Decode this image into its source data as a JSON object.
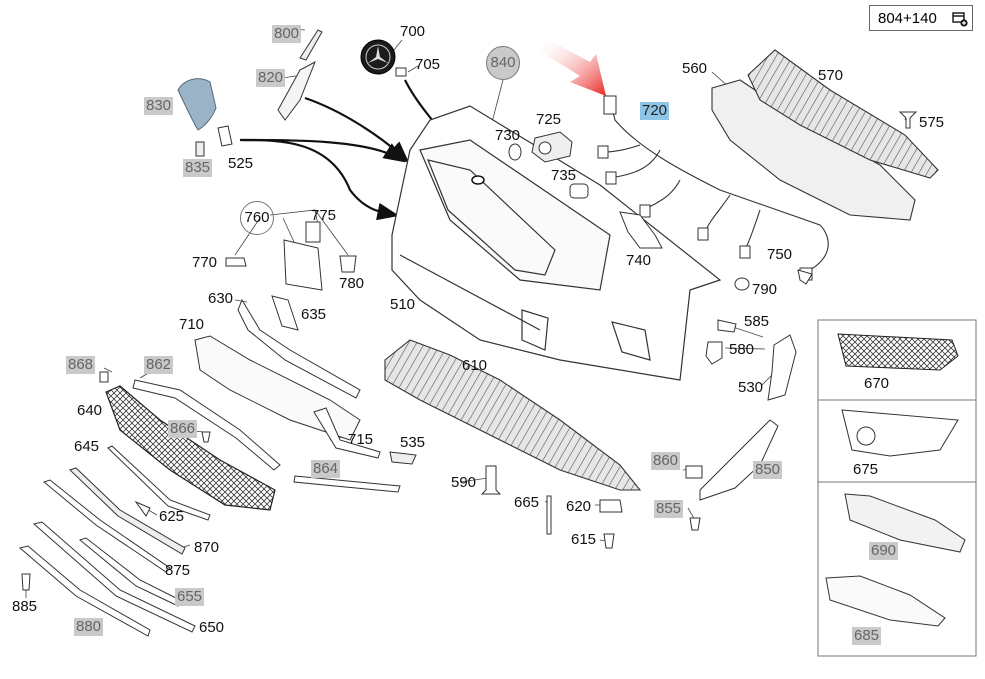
{
  "reference": {
    "label": "804+140"
  },
  "labels": {
    "p800": "800",
    "p820": "820",
    "p830": "830",
    "p835": "835",
    "p525": "525",
    "p700": "700",
    "p705": "705",
    "p840": "840",
    "p720": "720",
    "p560": "560",
    "p570": "570",
    "p575": "575",
    "p725": "725",
    "p730": "730",
    "p735": "735",
    "p740": "740",
    "p750": "750",
    "p790": "790",
    "p760": "760",
    "p775": "775",
    "p770": "770",
    "p780": "780",
    "p510": "510",
    "p630": "630",
    "p635": "635",
    "p710": "710",
    "p585": "585",
    "p580": "580",
    "p530": "530",
    "p868": "868",
    "p862": "862",
    "p610": "610",
    "p640": "640",
    "p866": "866",
    "p715": "715",
    "p535": "535",
    "p864": "864",
    "p645": "645",
    "p590": "590",
    "p665": "665",
    "p620": "620",
    "p615": "615",
    "p860": "860",
    "p850": "850",
    "p855": "855",
    "p625": "625",
    "p870": "870",
    "p875": "875",
    "p885": "885",
    "p655": "655",
    "p880": "880",
    "p650": "650",
    "p670": "670",
    "p675": "675",
    "p690": "690",
    "p685": "685"
  },
  "colors": {
    "arrow_accent": "#e8231f",
    "grey_label_bg": "#c9c9c9",
    "highlight_label_bg": "#8ec5e6"
  },
  "icons": {
    "reference_icon": "add-to-cart-icon"
  }
}
